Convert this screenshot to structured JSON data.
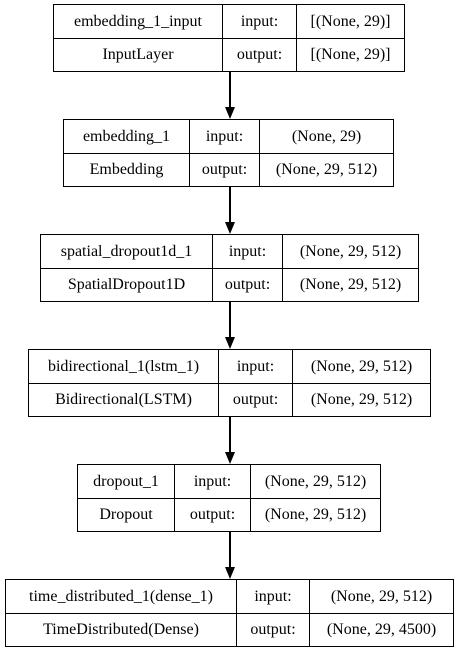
{
  "diagram": {
    "type": "keras-model-plot",
    "layers": [
      {
        "name": "embedding_1_input",
        "class": "InputLayer",
        "input_label": "input:",
        "output_label": "output:",
        "input_shape": "[(None, 29)]",
        "output_shape": "[(None, 29)]"
      },
      {
        "name": "embedding_1",
        "class": "Embedding",
        "input_label": "input:",
        "output_label": "output:",
        "input_shape": "(None, 29)",
        "output_shape": "(None, 29, 512)"
      },
      {
        "name": "spatial_dropout1d_1",
        "class": "SpatialDropout1D",
        "input_label": "input:",
        "output_label": "output:",
        "input_shape": "(None, 29, 512)",
        "output_shape": "(None, 29, 512)"
      },
      {
        "name": "bidirectional_1(lstm_1)",
        "class": "Bidirectional(LSTM)",
        "input_label": "input:",
        "output_label": "output:",
        "input_shape": "(None, 29, 512)",
        "output_shape": "(None, 29, 512)"
      },
      {
        "name": "dropout_1",
        "class": "Dropout",
        "input_label": "input:",
        "output_label": "output:",
        "input_shape": "(None, 29, 512)",
        "output_shape": "(None, 29, 512)"
      },
      {
        "name": "time_distributed_1(dense_1)",
        "class": "TimeDistributed(Dense)",
        "input_label": "input:",
        "output_label": "output:",
        "input_shape": "(None, 29, 512)",
        "output_shape": "(None, 29, 4500)"
      }
    ]
  }
}
